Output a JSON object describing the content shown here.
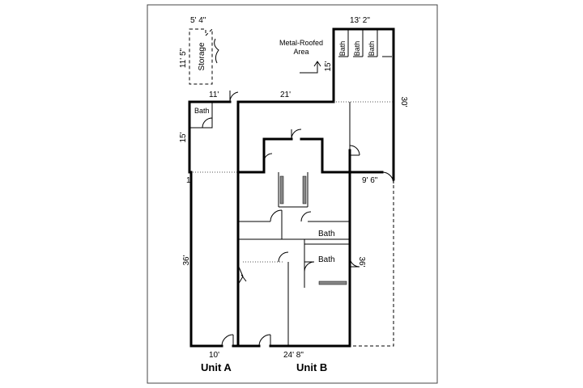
{
  "dimensions": {
    "storage_width": "5' 4\"",
    "storage_height": "11' 5\"",
    "top_right_width": "13' 2\"",
    "metal_roofed_height": "15'",
    "unit_a_top_width": "11'",
    "top_middle_width": "21'",
    "right_side_height": "30'",
    "unit_a_bath_height": "15'",
    "right_offset_width": "9' 6\"",
    "left_marker": "1",
    "unit_a_length": "36'",
    "unit_b_length": "36'",
    "unit_a_bottom_width": "10'",
    "unit_b_bottom_width": "24' 8\""
  },
  "rooms": {
    "storage": "Storage",
    "metal_roofed_line1": "Metal-Roofed",
    "metal_roofed_line2": "Area",
    "bath_1": "Bath",
    "bath_2": "Bath",
    "bath_3": "Bath",
    "unit_a_bath": "Bath",
    "unit_b_bath_upper": "Bath",
    "unit_b_bath_lower": "Bath"
  },
  "units": {
    "unit_a": "Unit A",
    "unit_b": "Unit B"
  }
}
